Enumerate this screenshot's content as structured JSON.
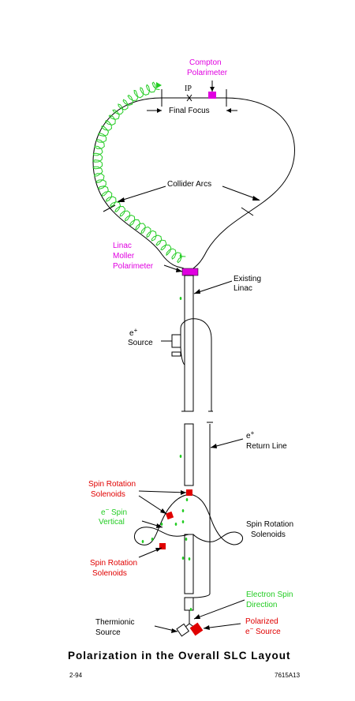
{
  "labels": {
    "compton_1": "Compton",
    "compton_2": "Polarimeter",
    "ip": "IP",
    "final_focus": "Final Focus",
    "collider_arcs": "Collider Arcs",
    "linac_moller_1": "Linac",
    "linac_moller_2": "Moller",
    "linac_moller_3": "Polarimeter",
    "existing_linac_1": "Existing",
    "existing_linac_2": "Linac",
    "positron_source_1": "e",
    "positron_source_sup": "+",
    "positron_source_2": "Source",
    "return_line_1": "e",
    "return_line_sup": "+",
    "return_line_2": "Return Line",
    "spin_rot_top_1": "Spin Rotation",
    "spin_rot_top_2": "Solenoids",
    "spin_vertical_1": "e",
    "spin_vertical_sup": "−",
    "spin_vertical_1b": " Spin",
    "spin_vertical_2": "Vertical",
    "spin_rot_right_1": "Spin Rotation",
    "spin_rot_right_2": "Solenoids",
    "spin_rot_bottom_1": "Spin Rotation",
    "spin_rot_bottom_2": "Solenoids",
    "electron_spin_1": "Electron Spin",
    "electron_spin_2": "Direction",
    "thermionic_1": "Thermionic",
    "thermionic_2": "Source",
    "polarized_1": "Polarized",
    "polarized_2a": "e",
    "polarized_sup": "−",
    "polarized_2b": " Source"
  },
  "title": "Polarization in the Overall SLC Layout",
  "footer": {
    "left": "2-94",
    "right": "7615A13"
  },
  "colors": {
    "magenta": "#e000e0",
    "red": "#e00000",
    "green": "#22cc22",
    "line": "#000000"
  }
}
